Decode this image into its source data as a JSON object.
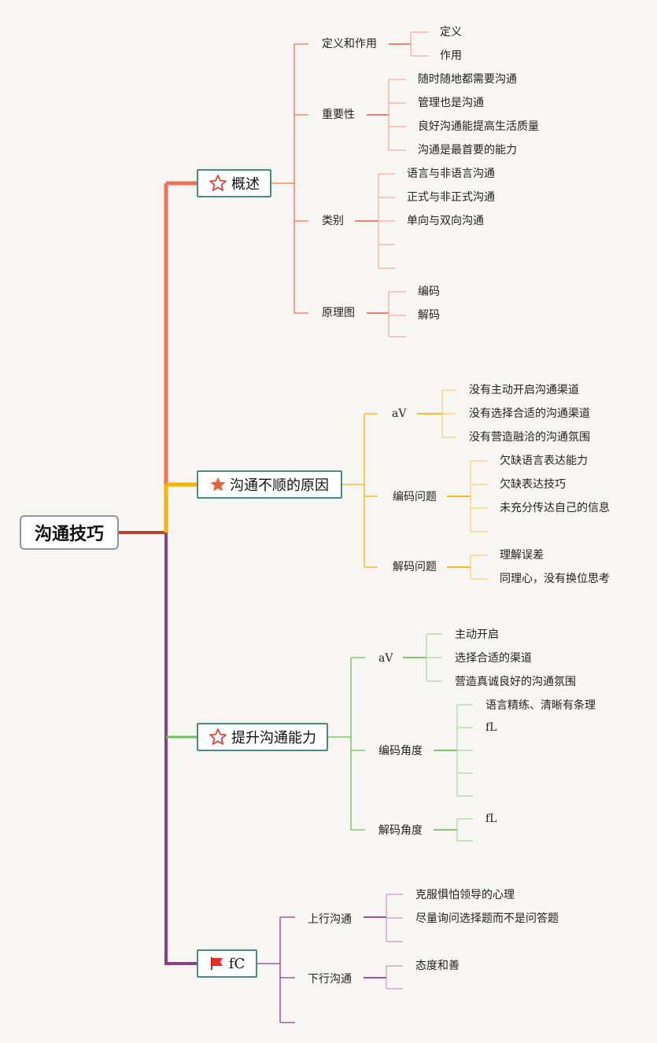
{
  "root": "沟通技巧",
  "colors": {
    "overview": "#f0705a",
    "causes": "#f5b400",
    "improve": "#6cc05a",
    "flow": "#8b3f88",
    "box_border": "#4a8a82"
  },
  "branches": [
    {
      "label": "概述",
      "icon": "star-outline-icon",
      "children": [
        {
          "label": "定义和作用",
          "children": [
            "定义",
            "作用"
          ]
        },
        {
          "label": "重要性",
          "children": [
            "随时随地都需要沟通",
            "管理也是沟通",
            "良好沟通能提高生活质量",
            "沟通是最首要的能力"
          ]
        },
        {
          "label": "类别",
          "children": [
            "语言与非语言沟通",
            "正式与非正式沟通",
            "单向与双向沟通",
            "",
            ""
          ]
        },
        {
          "label": "原理图",
          "children": [
            "编码",
            "解码",
            ""
          ]
        }
      ]
    },
    {
      "label": "沟通不顺的原因",
      "icon": "star-filled-icon",
      "children": [
        {
          "label": "aV",
          "children": [
            "没有主动开启沟通渠道",
            "没有选择合适的沟通渠道",
            "没有营造融洽的沟通氛围"
          ]
        },
        {
          "label": "编码问题",
          "children": [
            "欠缺语言表达能力",
            "欠缺表达技巧",
            "未充分传达自己的信息",
            ""
          ]
        },
        {
          "label": "解码问题",
          "children": [
            "理解误差",
            "同理心，没有换位思考"
          ]
        }
      ]
    },
    {
      "label": "提升沟通能力",
      "icon": "star-outline-icon",
      "children": [
        {
          "label": "aV",
          "children": [
            "主动开启",
            "选择合适的渠道",
            "营造真诚良好的沟通氛围"
          ]
        },
        {
          "label": "编码角度",
          "children": [
            "语言精练、清晰有条理",
            "fL",
            "",
            "",
            ""
          ]
        },
        {
          "label": "解码角度",
          "children": [
            "fL",
            ""
          ]
        }
      ]
    },
    {
      "label": "fC",
      "icon": "flag-icon",
      "children": [
        {
          "label": "上行沟通",
          "children": [
            "克服惧怕领导的心理",
            "尽量询问选择题而不是问答题",
            ""
          ]
        },
        {
          "label": "下行沟通",
          "children": [
            "态度和善",
            ""
          ]
        },
        {
          "label": "",
          "children": []
        }
      ]
    }
  ]
}
